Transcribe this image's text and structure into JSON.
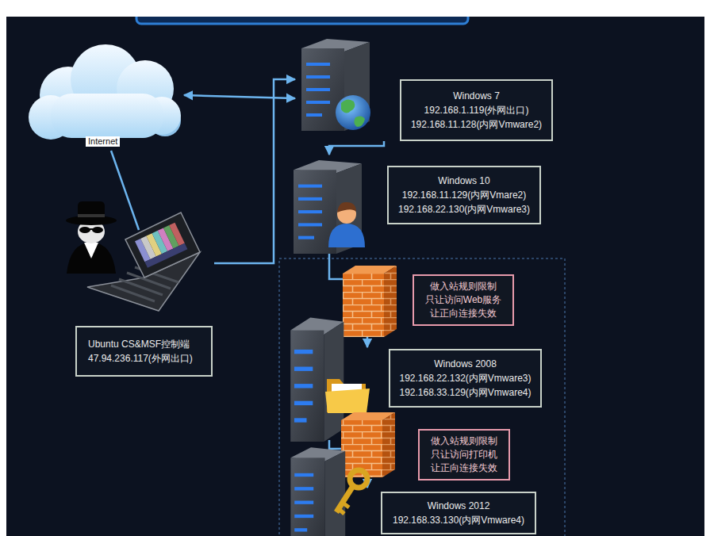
{
  "diagram": {
    "nodes": [
      {
        "text": [
          "Internet"
        ]
      },
      {
        "text": [
          "Windows 7",
          "192.168.1.119(外网出口)",
          "192.168.11.128(内网Vmware2)"
        ]
      },
      {
        "text": [
          "Windows 10",
          "192.168.11.129(内网Vmare2)",
          "192.168.22.130(内网Vmware3)"
        ]
      },
      {
        "text": [
          "做入站规则限制",
          "只让访问Web服务",
          "让正向连接失效"
        ]
      },
      {
        "text": [
          "Ubuntu CS&MSF控制端",
          "47.94.236.117(外网出口)"
        ]
      },
      {
        "text": [
          "Windows 2008",
          "192.168.22.132(内网Vmware3)",
          "192.168.33.129(内网Vmware4)"
        ]
      },
      {
        "text": [
          "做入站规则限制",
          "只让访问打印机",
          "让正向连接失效"
        ]
      },
      {
        "text": [
          "Windows 2012",
          "192.168.33.130(内网Vmware4)"
        ]
      }
    ],
    "edges": [
      {
        "from": 0,
        "to": 1,
        "arrow": "both"
      },
      {
        "from": 1,
        "to": 2,
        "arrow": "to"
      },
      {
        "from": 2,
        "to": 5,
        "arrow": "to"
      },
      {
        "from": 5,
        "to": 7,
        "arrow": "to"
      },
      {
        "from": 4,
        "to": 0,
        "arrow": "none"
      },
      {
        "from": 4,
        "to": 1,
        "arrow": "to"
      }
    ]
  }
}
